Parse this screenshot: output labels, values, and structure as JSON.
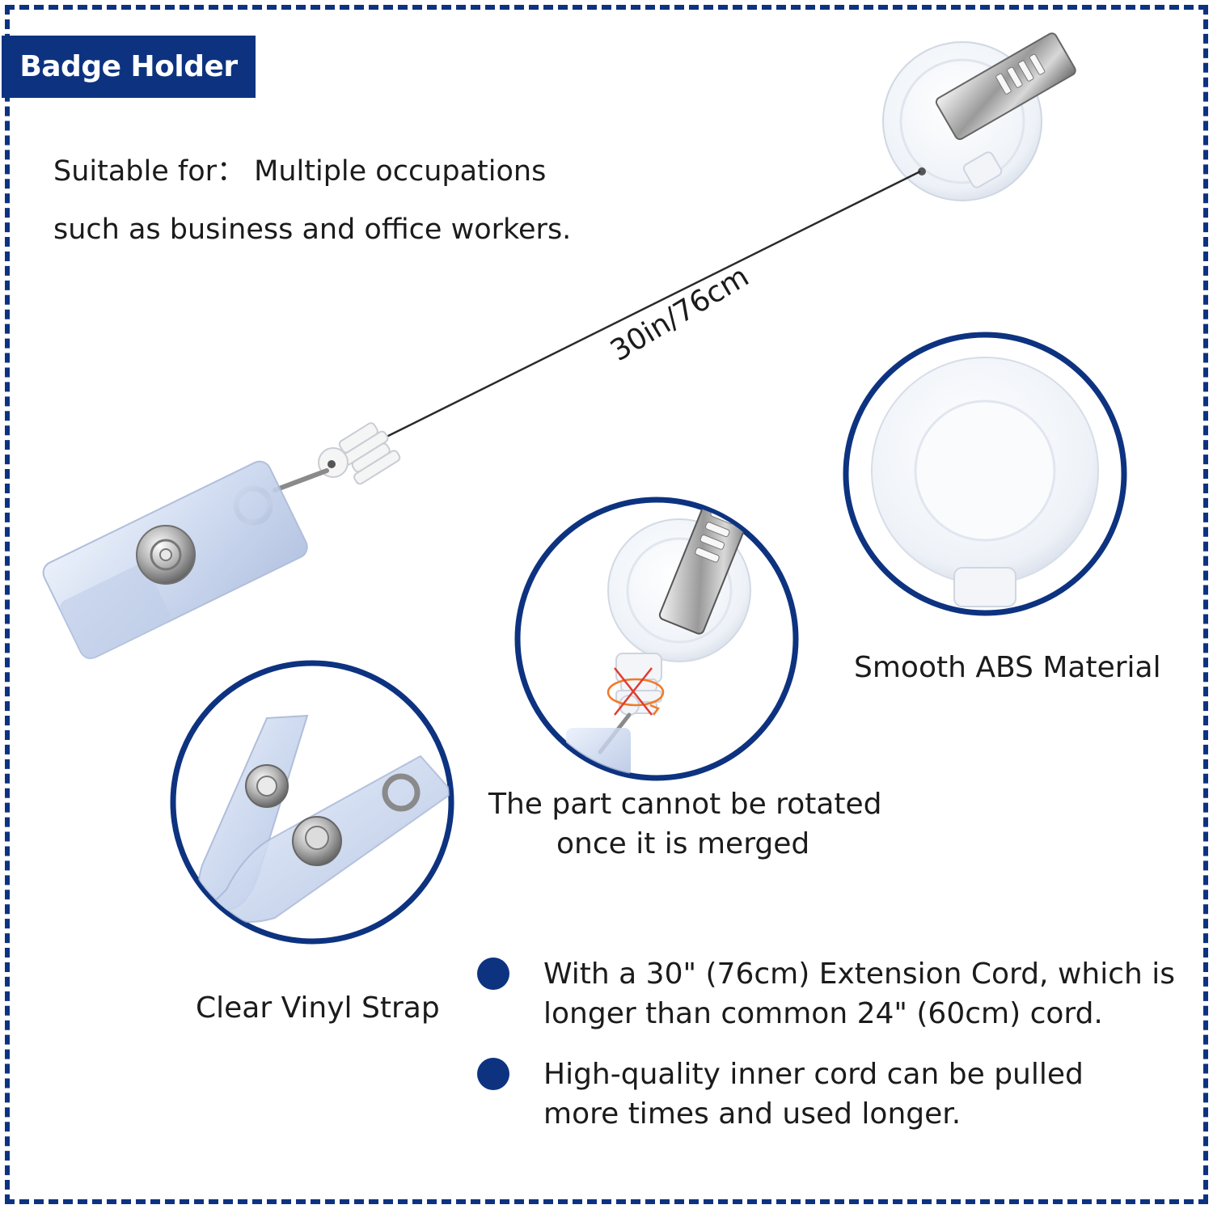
{
  "header": {
    "title": "Badge Holder"
  },
  "intro": {
    "line1": "Suitable for： Multiple occupations",
    "line2": "such as business and office workers."
  },
  "cord": {
    "length_label": "30in/76cm"
  },
  "features": {
    "abs_material": "Smooth ABS Material",
    "rotation_line1": "The part cannot be rotated",
    "rotation_line2": "once it is merged",
    "strap": "Clear Vinyl Strap"
  },
  "bullets": [
    {
      "line1": "With a 30\" (76cm) Extension Cord,  which is",
      "line2": "longer than common 24\" (60cm) cord."
    },
    {
      "line1": "High-quality inner cord can be pulled",
      "line2": "more times and used longer."
    }
  ],
  "colors": {
    "brand_blue": "#0d3380",
    "background": "#ffffff",
    "text": "#1b1b1b"
  }
}
